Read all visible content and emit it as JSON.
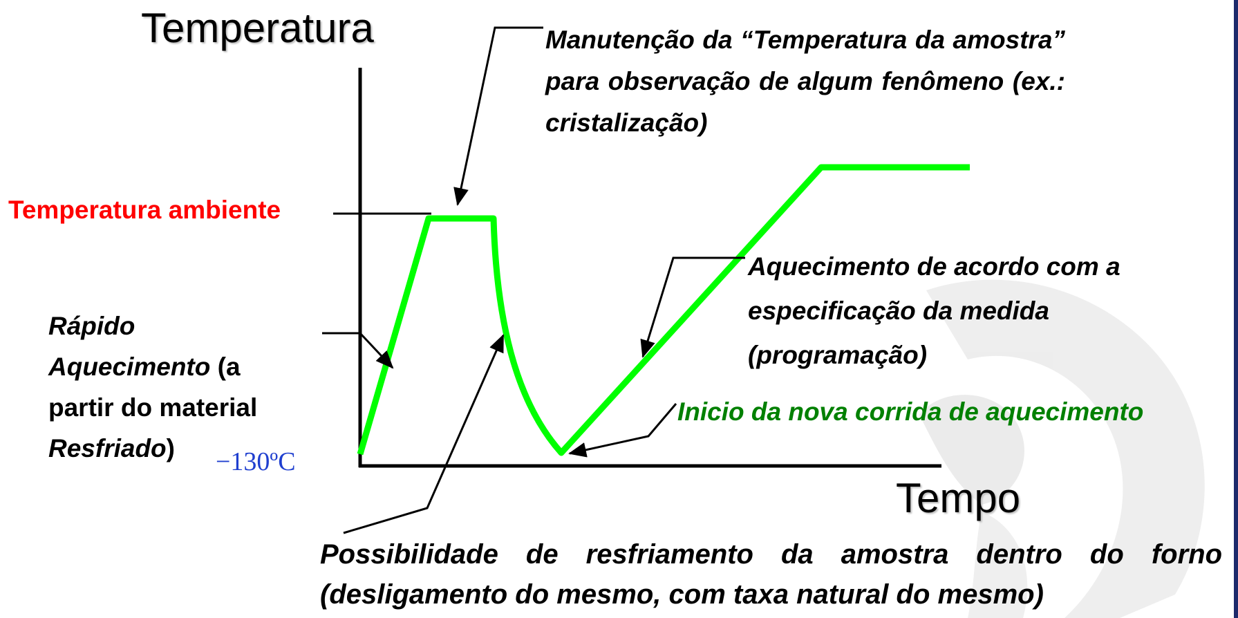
{
  "axes": {
    "y_title": "Temperatura",
    "x_title": "Tempo"
  },
  "levels": {
    "ambient_label": "Temperatura ambiente",
    "cold_label": "−130ºC"
  },
  "annotations": {
    "hold": "Manutenção da “Temperatura da amostra” para observação de algum fenômeno (ex.: cristalização)",
    "fast_heating": {
      "line1": "Rápido",
      "line2_italic": "Aquecimento",
      "line2_rest": " (a",
      "line3": "partir do material",
      "line4_italic": "Resfriado",
      "line4_rest": ")"
    },
    "programmed_heating": "Aquecimento de acordo com a especificação da medida (programação)",
    "new_run": "Inicio da nova corrida de aquecimento",
    "cooling_line1": "Possibilidade de resfriamento da amostra dentro do forno",
    "cooling_line2": "(desligamento do mesmo, com taxa natural do mesmo)"
  },
  "colors": {
    "curve": "#00ff00",
    "ambient_label": "#ff0000",
    "new_run_label": "#008000",
    "cold_label": "#1f3fcf",
    "ink": "#000000"
  }
}
